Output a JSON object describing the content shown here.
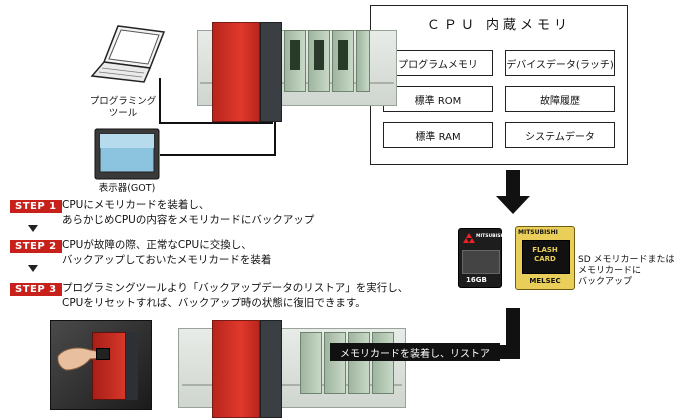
{
  "memory_box": {
    "title": "ＣＰＵ 内蔵メモリ",
    "items": [
      "プログラムメモリ",
      "デバイスデータ(ラッチ)",
      "標準 ROM",
      "故障履歴",
      "標準 RAM",
      "システムデータ"
    ]
  },
  "labels": {
    "programming_tool_line1": "プログラミング",
    "programming_tool_line2": "ツール",
    "display_unit": "表示器(GOT)",
    "sd_caption_line1": "SD メモリカードまたは",
    "sd_caption_line2": "メモリカードに",
    "sd_caption_line3": "バックアップ",
    "restore_banner": "メモリカードを装着し、リストア"
  },
  "steps": [
    {
      "badge": "STEP 1",
      "line1": "CPUにメモリカードを装着し、",
      "line2": "あらかじめCPUの内容をメモリカードにバックアップ"
    },
    {
      "badge": "STEP 2",
      "line1": "CPUが故障の際、正常なCPUに交換し、",
      "line2": "バックアップしておいたメモリカードを装着"
    },
    {
      "badge": "STEP 3",
      "line1": "プログラミングツールより「バックアップデータのリストア」を実行し、",
      "line2": "CPUをリセットすれば、バックアップ時の状態に復旧できます。"
    }
  ],
  "cards": {
    "left_brand": "MITSUBISHI",
    "left_capacity": "16GB",
    "right_brand": "MITSUBISHI",
    "right_label_line1": "FLASH",
    "right_label_line2": "CARD",
    "right_footer": "MELSEC"
  },
  "colors": {
    "step_badge": "#c8201a",
    "cpu_red": "#e0392c",
    "card_gold": "#e9cf5a"
  }
}
